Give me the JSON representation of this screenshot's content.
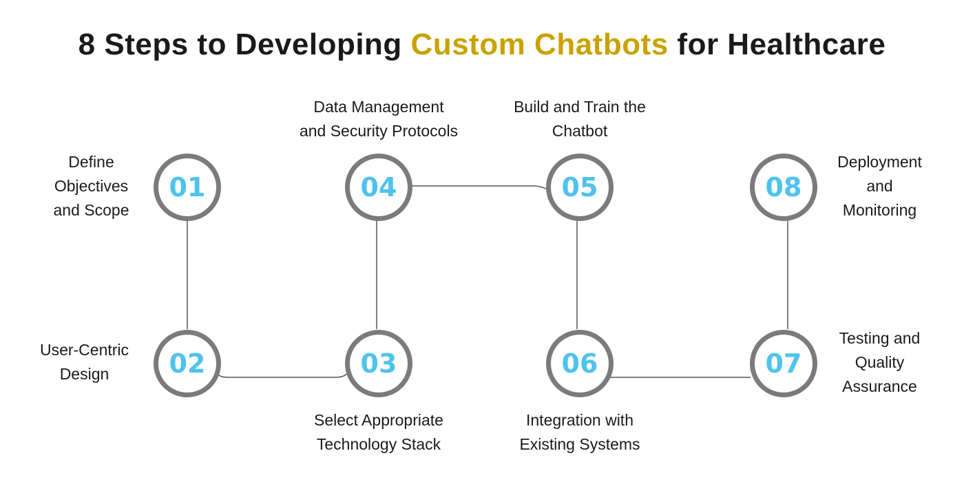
{
  "title": {
    "part1": "8 Steps to Developing ",
    "highlight": "Custom Chatbots",
    "part2": " for Healthcare"
  },
  "colors": {
    "title_text": "#1a1a1a",
    "accent": "#c9a200",
    "number": "#4ec3ec",
    "ring": "#7b7b7b",
    "line": "#555555"
  },
  "steps": [
    {
      "number": "01",
      "label": "Define\nObjectives\nand Scope"
    },
    {
      "number": "02",
      "label": "User-Centric\nDesign"
    },
    {
      "number": "03",
      "label": "Select Appropriate\nTechnology Stack"
    },
    {
      "number": "04",
      "label": "Data Management\nand Security Protocols"
    },
    {
      "number": "05",
      "label": "Build and Train the\nChatbot"
    },
    {
      "number": "06",
      "label": "Integration with\nExisting Systems"
    },
    {
      "number": "07",
      "label": "Testing and\nQuality\nAssurance"
    },
    {
      "number": "08",
      "label": "Deployment\nand\nMonitoring"
    }
  ]
}
